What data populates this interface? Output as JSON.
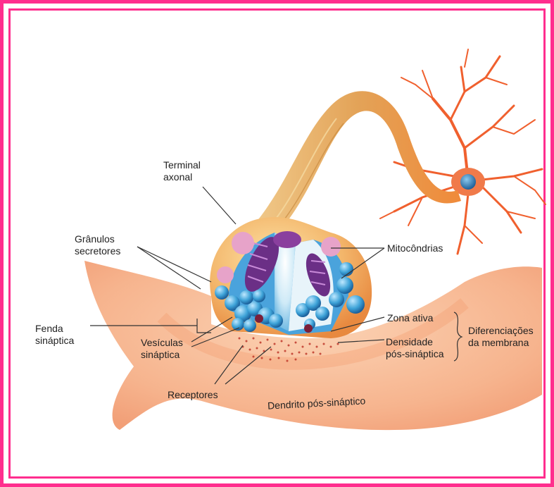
{
  "labels": {
    "terminal_axonal": [
      "Terminal",
      "axonal"
    ],
    "granulos_secretores": [
      "Grânulos",
      "secretores"
    ],
    "mitocondrias": "Mitocôndrias",
    "fenda_sinaptica": [
      "Fenda",
      "sináptica"
    ],
    "zona_ativa": "Zona ativa",
    "densidade": [
      "Densidade",
      "pós-sináptica"
    ],
    "diferenciacoes": [
      "Diferenciações",
      "da membrana"
    ],
    "vesiculas": [
      "Vesículas",
      "sináptica"
    ],
    "receptores": "Receptores",
    "dendrito": "Dendrito pós-sináptico"
  },
  "colors": {
    "frame": "#ff2e8e",
    "neuron": "#f0602e",
    "nucleus": "#2d7fb8",
    "axon": "#e8b060",
    "dendrite_tissue": "#f7b48c",
    "vesicle": "#3ea3d8",
    "mitochondria": "#6b2f86",
    "granule": "#e7a3c9"
  }
}
